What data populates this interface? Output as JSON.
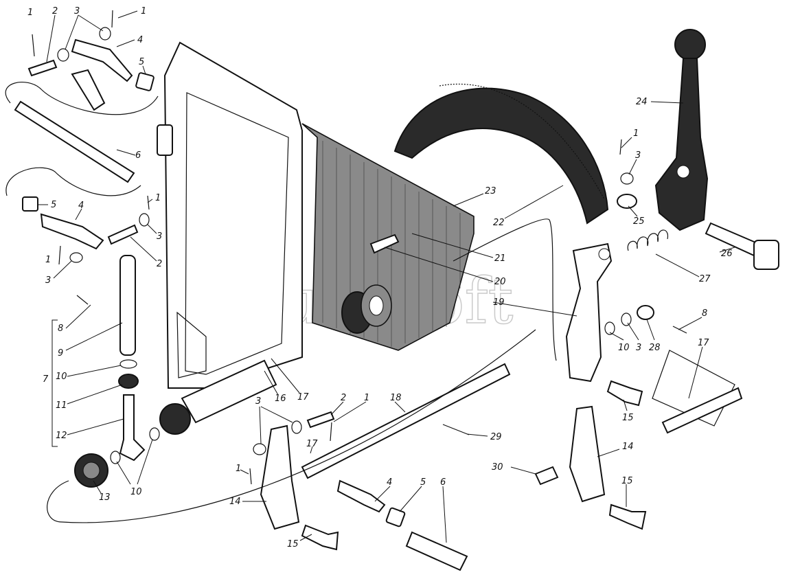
{
  "watermark": "AutoSoft",
  "labels": {
    "l1": "1",
    "l2": "2",
    "l3": "3",
    "l4": "4",
    "l5": "5",
    "l6": "6",
    "l7": "7",
    "l8": "8",
    "l9": "9",
    "l10": "10",
    "l11": "11",
    "l12": "12",
    "l13": "13",
    "l14": "14",
    "l15": "15",
    "l16": "16",
    "l17": "17",
    "l18": "18",
    "l19": "19",
    "l20": "20",
    "l21": "21",
    "l22": "22",
    "l23": "23",
    "l24": "24",
    "l25": "25",
    "l26": "26",
    "l27": "27",
    "l28": "28",
    "l29": "29",
    "l30": "30"
  }
}
